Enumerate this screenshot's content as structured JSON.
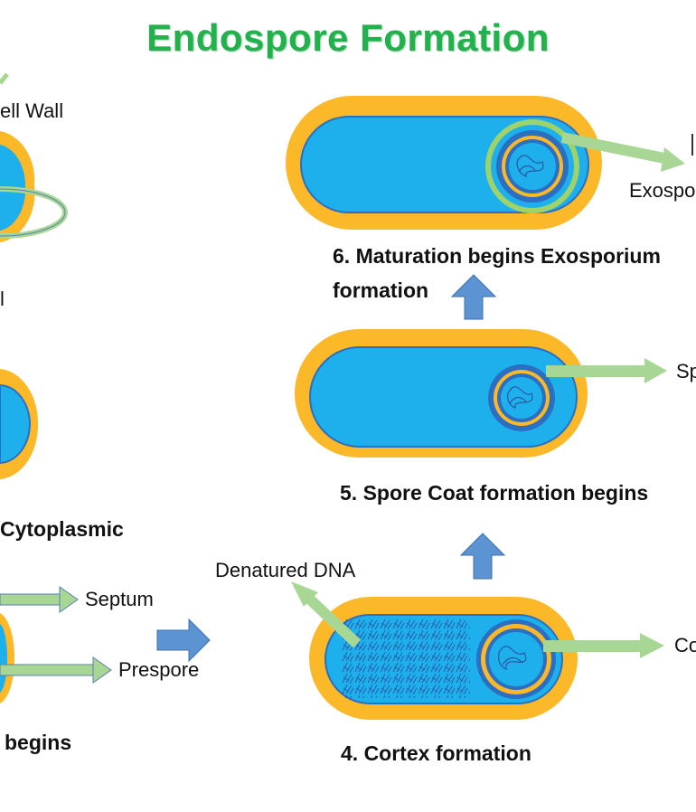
{
  "title": "Endospore Formation",
  "labels": {
    "cell_wall": "ell Wall",
    "stage1_partial": "l",
    "stage2_caption": "Cytoplasmic",
    "septum": "Septum",
    "prespore": "Prespore",
    "stage3_caption": "begins",
    "denatured_dna": "Denatured DNA",
    "cortex_arrow": "Co",
    "stage4_caption": "4. Cortex formation",
    "spore_coat_arrow": "Sp",
    "stage5_caption": "5. Spore Coat formation begins",
    "stage6_caption_line1": "6. Maturation begins Exosporium",
    "stage6_caption_line2": "formation",
    "exosporium_arrow": "Exospo"
  },
  "colors": {
    "title": "#22b14c",
    "cell_wall": "#fbb829",
    "cytoplasm": "#1eb0ec",
    "membrane": "#2a6fc1",
    "pointer_arrow": "#a8d694",
    "flow_arrow": "#5b93d3",
    "exosporium": "#9ed36a"
  }
}
